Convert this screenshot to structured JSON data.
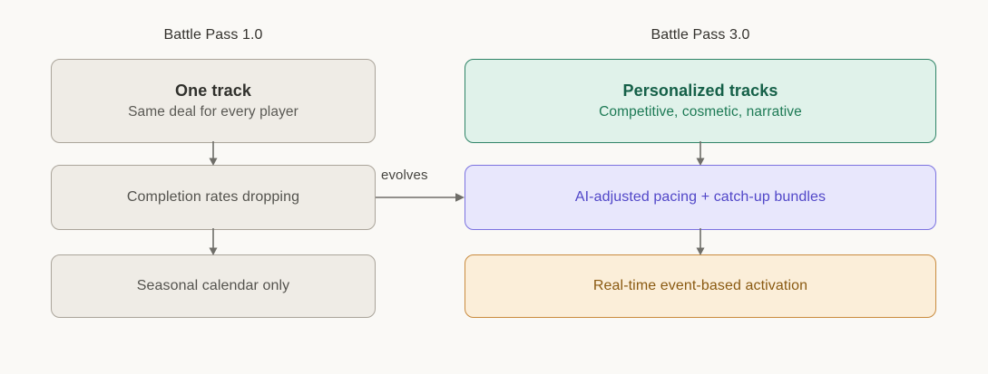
{
  "background_color": "#faf9f6",
  "columns": [
    {
      "id": "battle-pass-1",
      "title": "Battle Pass 1.0",
      "nodes": [
        {
          "title": "One track",
          "subtitle": "Same deal for every player",
          "fill": "#efece6",
          "border": "#aaa49a"
        },
        {
          "label": "Completion rates dropping",
          "fill": "#efece6",
          "border": "#aaa49a"
        },
        {
          "label": "Seasonal calendar only",
          "fill": "#efece6",
          "border": "#aaa49a"
        }
      ]
    },
    {
      "id": "battle-pass-3",
      "title": "Battle Pass 3.0",
      "nodes": [
        {
          "title": "Personalized tracks",
          "subtitle": "Competitive, cosmetic, narrative",
          "fill": "#e0f2ea",
          "border": "#2f8467"
        },
        {
          "label": "AI-adjusted pacing + catch-up bundles",
          "fill": "#e8e7fc",
          "border": "#7b72e0"
        },
        {
          "label": "Real-time event-based activation",
          "fill": "#fbeed9",
          "border": "#c98b3e"
        }
      ]
    }
  ],
  "connectors": {
    "evolves_label": "evolves",
    "arrow_color": "#6f6e69"
  }
}
